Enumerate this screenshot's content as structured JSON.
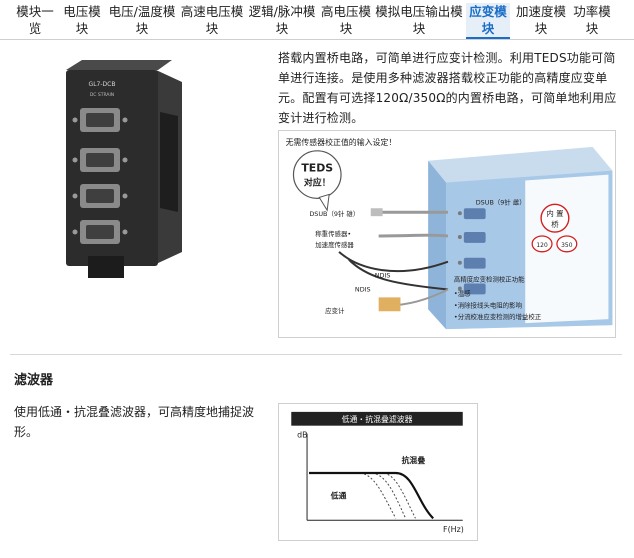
{
  "tabs": [
    {
      "line1": "模块一",
      "line2": "览",
      "active": false
    },
    {
      "line1": "电压模",
      "line2": "块",
      "active": false
    },
    {
      "line1": "电压/温度模",
      "line2": "块",
      "active": false
    },
    {
      "line1": "高速电压模",
      "line2": "块",
      "active": false
    },
    {
      "line1": "逻辑/脉冲模",
      "line2": "块",
      "active": false
    },
    {
      "line1": "高电压模",
      "line2": "块",
      "active": false
    },
    {
      "line1": "模拟电压输出模",
      "line2": "块",
      "active": false
    },
    {
      "line1": "应变模",
      "line2": "块",
      "active": true
    },
    {
      "line1": "加速度模",
      "line2": "块",
      "active": false
    },
    {
      "line1": "功率模",
      "line2": "块",
      "active": false
    }
  ],
  "section1": {
    "description": "搭载内置桥电路，可简单进行应变计检测。利用TEDS功能可简单进行连接。是使用多种滤波器搭载校正功能的高精度应变单元。配置有可选择120Ω/350Ω的内置桥电路，可简单地利用应变计进行检测。",
    "product": {
      "model": "GL7-DCB",
      "label": "DC STRAIN"
    },
    "diagram": {
      "heading": "无需传感器校正值的输入设定！",
      "badge_line1": "TEDS",
      "badge_line2": "对应！",
      "dsub_module": "DSUB（9针 雌）",
      "bridge_line1": "内 置",
      "bridge_line2": "桥",
      "res1": "120",
      "res2": "350",
      "dsub_plug": "DSUB（9针 雄）",
      "sensor_line1": "称重传感器•",
      "sensor_line2": "加速度传感器",
      "ndis1": "NDIS",
      "ndis2": "NDIS",
      "strain_gauge": "应变计",
      "features_title": "高精度应变检测校正功能",
      "features": [
        "•温感",
        "•消除接线头电阻的影响",
        "•分流校准应变检测的增益校正"
      ]
    }
  },
  "section2": {
    "title": "滤波器",
    "description": "使用低通・抗混叠滤波器，可高精度地捕捉波形。",
    "chart": {
      "title": "低通・抗混叠滤波器",
      "ylabel": "dB",
      "xlabel": "F(Hz)",
      "label_anti_alias": "抗混叠",
      "label_lowpass": "低通"
    }
  },
  "colors": {
    "accent": "#1a6ec7",
    "badge_red": "#d21f1f",
    "module_blue": "#9fc3e6"
  }
}
